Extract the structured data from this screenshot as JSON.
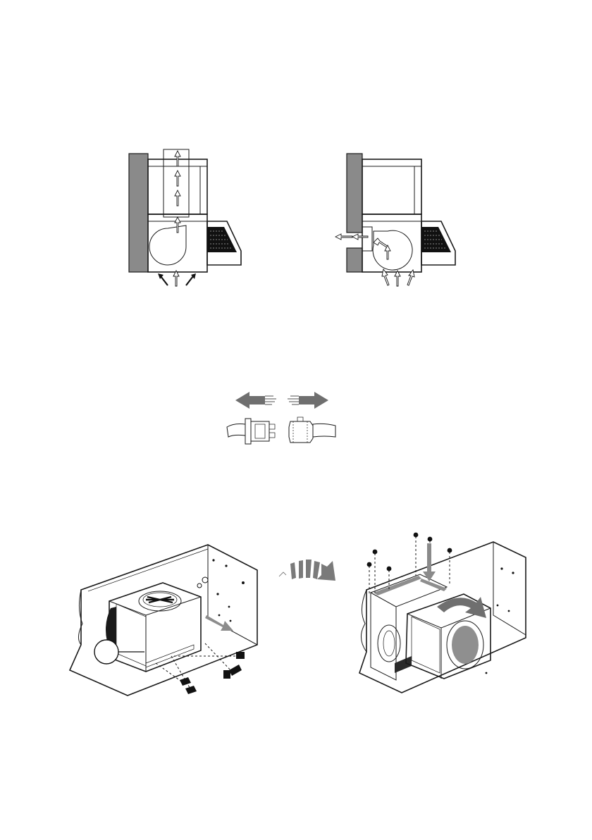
{
  "figures": {
    "ducted": {
      "icon": "ducted-airflow-diagram"
    },
    "recirculating": {
      "icon": "recirculating-airflow-diagram"
    },
    "connector": {
      "icon": "electrical-connector-diagram"
    },
    "blower_removal": {
      "icon": "blower-removal-diagram",
      "callout": ""
    },
    "blower_rotate": {
      "icon": "blower-rotation-diagram"
    },
    "transition": {
      "icon": "transition-arrow"
    }
  },
  "colors": {
    "wall": "#8a8a8a",
    "panel": "#f1f1f1",
    "line": "#1a1a1a",
    "arrow_dark": "#6f6f6f",
    "filter": "#111111"
  }
}
